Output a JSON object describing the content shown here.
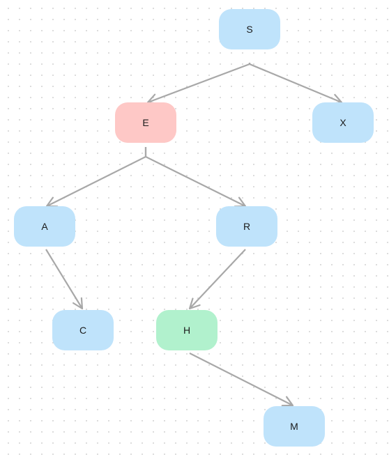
{
  "colors": {
    "default": "#bfe3fb",
    "highlight_red": "#fec8c6",
    "highlight_green": "#b1f1cd",
    "edge": "#a8a8a8"
  },
  "nodes": {
    "S": {
      "label": "S",
      "color": "default"
    },
    "E": {
      "label": "E",
      "color": "highlight_red"
    },
    "X": {
      "label": "X",
      "color": "default"
    },
    "A": {
      "label": "A",
      "color": "default"
    },
    "R": {
      "label": "R",
      "color": "default"
    },
    "C": {
      "label": "C",
      "color": "default"
    },
    "H": {
      "label": "H",
      "color": "highlight_green"
    },
    "M": {
      "label": "M",
      "color": "default"
    }
  },
  "edges": [
    {
      "from": "S",
      "to": "E"
    },
    {
      "from": "S",
      "to": "X"
    },
    {
      "from": "E",
      "to": "A"
    },
    {
      "from": "E",
      "to": "R"
    },
    {
      "from": "A",
      "to": "C"
    },
    {
      "from": "R",
      "to": "H"
    },
    {
      "from": "H",
      "to": "M"
    }
  ]
}
